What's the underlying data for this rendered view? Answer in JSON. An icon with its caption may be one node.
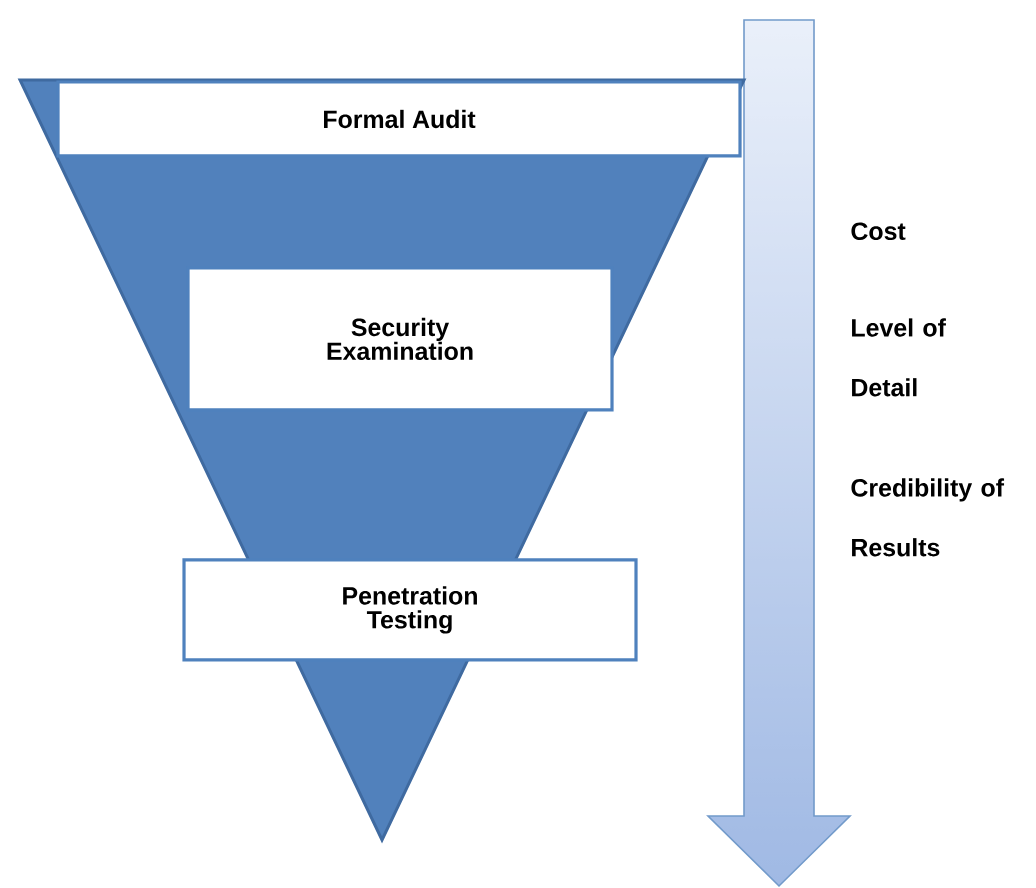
{
  "diagram": {
    "nodes": [
      {
        "text": [],
        "shape": "triangle"
      },
      {
        "text": [
          "Formal Audit"
        ],
        "in": 0
      },
      {
        "text": [
          "Security Examination"
        ],
        "in": 0
      },
      {
        "text": [
          "Penetration Testing"
        ],
        "in": 0
      }
    ],
    "labels": [
      "Cost",
      "Level of Detail",
      "Credibility of Results"
    ]
  }
}
